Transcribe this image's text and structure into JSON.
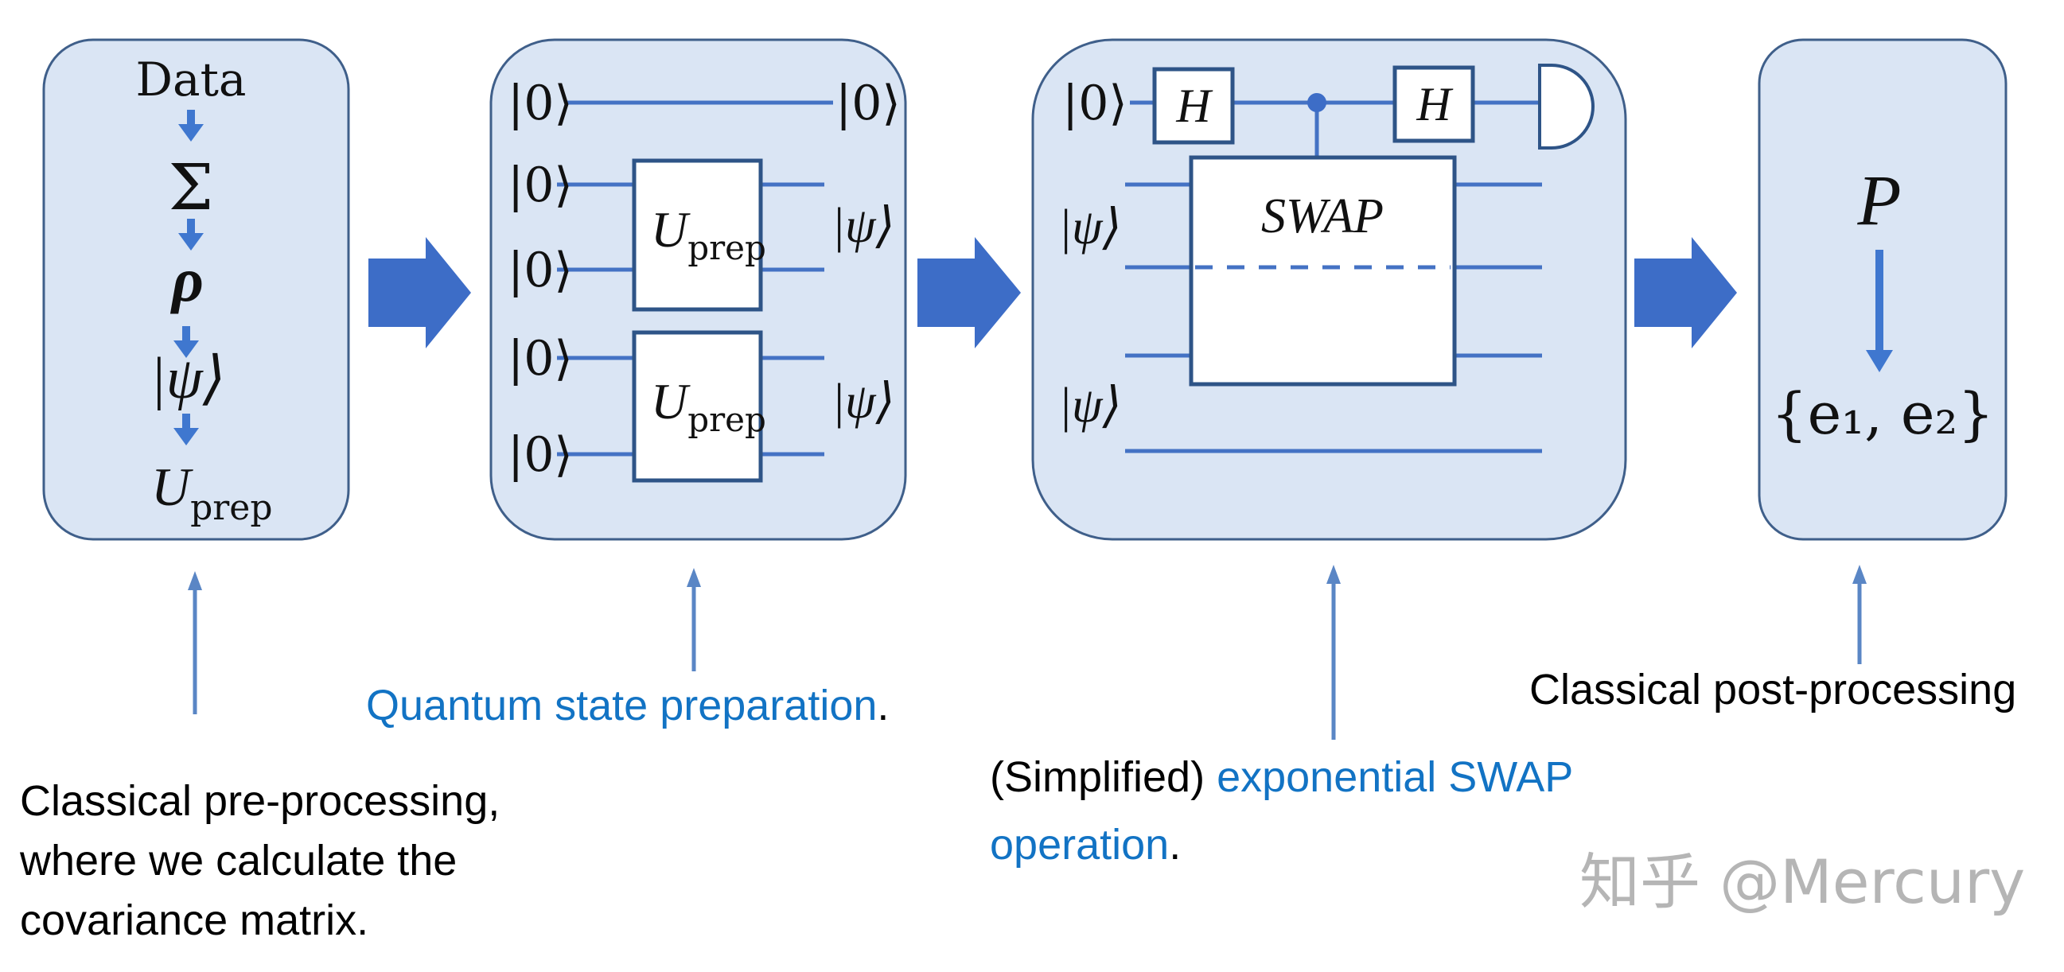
{
  "diagram": {
    "colors": {
      "box_fill": "#dae5f4",
      "box_stroke": "#3f5f8a",
      "wire": "#4472c4",
      "arrow": "#3d6dc7",
      "caption_blue": "#1273c4",
      "caption_black": "#000000",
      "watermark": "#b5b5b5"
    },
    "stage1": {
      "steps": [
        "Data",
        "Σ",
        "ρ",
        "|ψ⟩"
      ],
      "uprep_main": "U",
      "uprep_sub": "prep"
    },
    "stage2": {
      "inputs": [
        "|0⟩",
        "|0⟩",
        "|0⟩",
        "|0⟩",
        "|0⟩"
      ],
      "output_top": "|0⟩",
      "outputs_psi": [
        "|ψ⟩",
        "|ψ⟩"
      ],
      "gates": [
        {
          "main": "U",
          "sub": "prep"
        },
        {
          "main": "U",
          "sub": "prep"
        }
      ]
    },
    "stage3": {
      "ancilla": "|0⟩",
      "hadamard_1": "H",
      "hadamard_2": "H",
      "swap_label": "SWAP",
      "inputs_psi": [
        "|ψ⟩",
        "|ψ⟩"
      ]
    },
    "stage4": {
      "top": "P",
      "bottom": "{e₁, e₂}"
    }
  },
  "captions": {
    "preprocessing": {
      "lines": [
        "Classical pre-processing,",
        "where we calculate the",
        "covariance matrix."
      ]
    },
    "state_prep": {
      "blue": "Quantum state preparation",
      "tail": "."
    },
    "swap": {
      "prefix": "(Simplified) ",
      "blue_line1": "exponential SWAP",
      "blue_line2": "operation",
      "tail": "."
    },
    "postprocessing": {
      "text": "Classical post-processing"
    }
  },
  "watermark": "知乎 @Mercury"
}
